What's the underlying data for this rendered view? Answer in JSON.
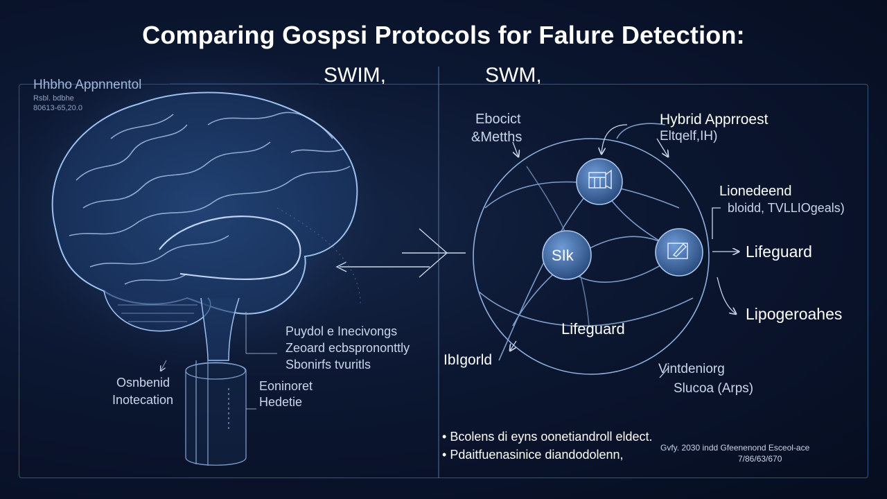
{
  "header": {
    "title": "Comparing Gospsi Protocols for Falure Detection:",
    "sub_left": "SWIM,",
    "sub_right": "SWM,"
  },
  "left": {
    "corner_title": "Hhbho Appnnentol",
    "corner_line1": "Rsbl. bdbhe",
    "corner_line2": "80613-65,20.0",
    "anno_1": "Puydol e Inecivongs",
    "anno_2": "Zeoard ecbsprononttly",
    "anno_3": "Sbonirfs tvuritls",
    "low_left_1": "Osnbenid",
    "low_left_2": "Inotecation",
    "low_mid_1": "Eoninoret",
    "low_mid_2": "Hedetie"
  },
  "right": {
    "tl_1": "Ebocict",
    "tl_2": "&Metths",
    "tr_1": "Hybrid Apprroest",
    "tr_2": "Eltqelf,IH)",
    "r1_1": "Lionedeend",
    "r1_2": "bloidd, TVLLIOgeals)",
    "out_1": "Lifeguard",
    "out_2": "Lipogeroahes",
    "center_node": "SIk",
    "center_label": "Lifeguard",
    "left_label": "IbIgorld",
    "br_1": "Vintdeniorg",
    "br_2": "Slucoa (Arps)"
  },
  "footer": {
    "bullet_1": "Bcolens di eyns oonetiandroll eldect.",
    "bullet_2": "Pdaitfuenasinice diandodolenn,",
    "credit_1": "Gvfy. 2030 indd Gfeenenond Esceol-ace",
    "credit_2": "7/86/63/670"
  },
  "colors": {
    "background": "#0b1630",
    "line": "#7d9cc9",
    "node": "#3e6aa8",
    "text": "#ffffff"
  }
}
